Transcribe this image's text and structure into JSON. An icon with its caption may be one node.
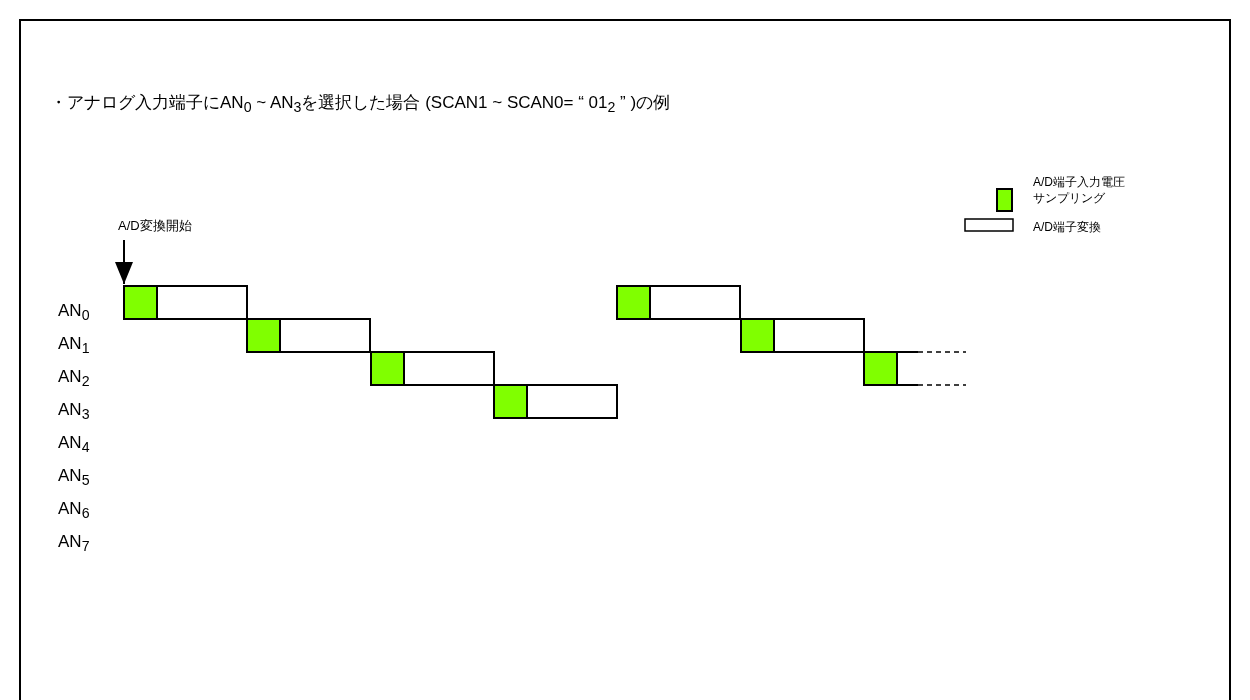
{
  "diagram": {
    "title": "・アナログ入力端子にAN$_{0}$ ~ AN$_{3}$を選択した場合 (SCAN1 ~ SCAN0= “ 01$_{2}$ ” )の例",
    "labels": [
      "A/D変換開始",
      "AN$_{0}$",
      "AN$_{1}$",
      "AN$_{2}$",
      "AN$_{3}$",
      "AN$_{4}$",
      "AN$_{5}$",
      "AN$_{6}$",
      "AN$_{7}$"
    ],
    "legend": [
      {
        "text": "A/D端子入力電圧サンプリング",
        "color": "#80ff00"
      },
      {
        "text": "A/D端子変換",
        "color": "#ffffff"
      }
    ]
  }
}
